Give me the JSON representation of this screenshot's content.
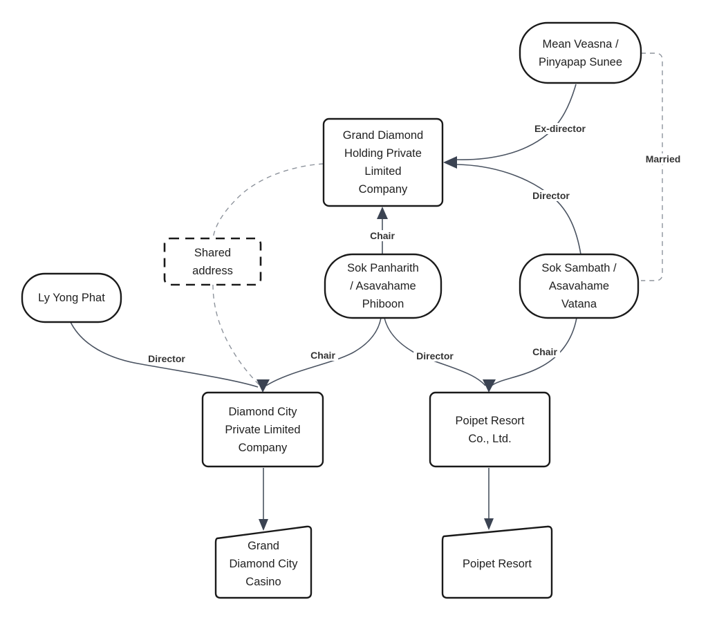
{
  "diagram": {
    "type": "relationship-flowchart",
    "background": "#ffffff",
    "nodes": [
      {
        "id": "mean-veasna",
        "shape": "stadium",
        "label": "Mean Veasna /\nPinyapap Sunee"
      },
      {
        "id": "grand-diamond-holding",
        "shape": "rect",
        "label": "Grand Diamond\nHolding Private\nLimited\nCompany"
      },
      {
        "id": "shared-address",
        "shape": "dashed-rect",
        "label": "Shared\naddress"
      },
      {
        "id": "sok-panharith",
        "shape": "stadium",
        "label": "Sok Panharith\n/ Asavahame\nPhiboon"
      },
      {
        "id": "sok-sambath",
        "shape": "stadium",
        "label": "Sok Sambath /\nAsavahame\nVatana"
      },
      {
        "id": "ly-yong-phat",
        "shape": "stadium",
        "label": "Ly Yong Phat"
      },
      {
        "id": "diamond-city",
        "shape": "rect",
        "label": "Diamond City\nPrivate Limited\nCompany"
      },
      {
        "id": "poipet-co",
        "shape": "rect",
        "label": "Poipet Resort\nCo., Ltd."
      },
      {
        "id": "gdc-casino",
        "shape": "sloped-rect",
        "label": "Grand\nDiamond City\nCasino"
      },
      {
        "id": "poipet-resort",
        "shape": "sloped-rect",
        "label": "Poipet Resort"
      }
    ],
    "edges": [
      {
        "from": "Mean Veasna / Pinyapap Sunee",
        "to": "Grand Diamond Holding Private Limited Company",
        "label": "Ex-director",
        "style": "solid-arrow"
      },
      {
        "from": "Sok Sambath / Asavahame Vatana",
        "to": "Grand Diamond Holding Private Limited Company",
        "label": "Director",
        "style": "solid-arrow"
      },
      {
        "from": "Sok Panharith / Asavahame Phiboon",
        "to": "Grand Diamond Holding Private Limited Company",
        "label": "Chair",
        "style": "solid-arrow"
      },
      {
        "from": "Mean Veasna / Pinyapap Sunee",
        "to": "Sok Sambath / Asavahame Vatana",
        "label": "Married",
        "style": "dashed-line"
      },
      {
        "from": "Grand Diamond Holding Private Limited Company",
        "to": "Diamond City Private Limited Company",
        "label": "",
        "via": "Shared address",
        "style": "dashed-arrow"
      },
      {
        "from": "Ly Yong Phat",
        "to": "Diamond City Private Limited Company",
        "label": "Director",
        "style": "solid-arrow"
      },
      {
        "from": "Sok Panharith / Asavahame Phiboon",
        "to": "Diamond City Private Limited Company",
        "label": "Chair",
        "style": "solid-arrow"
      },
      {
        "from": "Sok Panharith / Asavahame Phiboon",
        "to": "Poipet Resort Co., Ltd.",
        "label": "Director",
        "style": "solid-arrow"
      },
      {
        "from": "Sok Sambath / Asavahame Vatana",
        "to": "Poipet Resort Co., Ltd.",
        "label": "Chair",
        "style": "solid-arrow"
      },
      {
        "from": "Diamond City Private Limited Company",
        "to": "Grand Diamond City Casino",
        "label": "",
        "style": "solid-arrow"
      },
      {
        "from": "Poipet Resort Co., Ltd.",
        "to": "Poipet Resort",
        "label": "",
        "style": "solid-arrow"
      }
    ],
    "colors": {
      "node_border": "#1a1a1a",
      "node_fill": "#ffffff",
      "edge_stroke": "#4a5361",
      "dashed_edge_stroke": "#8d939c",
      "arrowhead_fill": "#3b4352",
      "node_text": "#1f1f1f",
      "edge_label_text": "#333333",
      "background": "#ffffff"
    }
  }
}
